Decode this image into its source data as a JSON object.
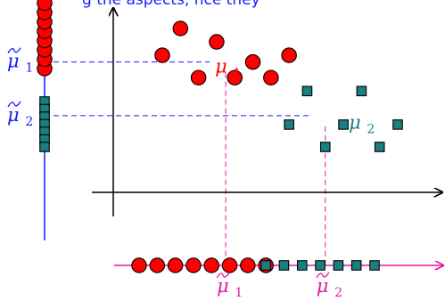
{
  "caption": {
    "partial_text": "g        the     aspects,    nce    they"
  },
  "labels": {
    "mu1_symbol": "μ",
    "mu1_sub": "1",
    "mu2_symbol": "μ",
    "mu2_sub": "2",
    "mu1_tilde_symbol": "μ",
    "mu1_tilde_sub": "1",
    "mu2_tilde_symbol": "μ",
    "mu2_tilde_sub": "2"
  },
  "colors": {
    "red_point": "#ff0000",
    "teal_point": "#1a7f7f",
    "blue_axis": "#1a1aff",
    "magenta_axis": "#e6199a",
    "mu1_label": "#ff0000",
    "mu2_label": "#1a7f7f",
    "tilde_blue": "#1a1aff",
    "tilde_magenta": "#e6199a",
    "black": "#000000"
  },
  "chart_data": {
    "type": "scatter",
    "title": "",
    "xlabel": "",
    "ylabel": "",
    "series": [
      {
        "values": [
          [
            2.0,
            6.3
          ],
          [
            2.8,
            7.5
          ],
          [
            3.6,
            5.3
          ],
          [
            4.4,
            6.9
          ],
          [
            5.2,
            5.3
          ],
          [
            6.0,
            6.0
          ],
          [
            6.8,
            5.3
          ],
          [
            7.6,
            6.3
          ]
        ]
      },
      {
        "values": [
          [
            7.6,
            3.2
          ],
          [
            8.4,
            4.7
          ],
          [
            9.2,
            2.2
          ],
          [
            10.0,
            3.2
          ],
          [
            10.8,
            4.7
          ],
          [
            11.6,
            2.2
          ],
          [
            12.4,
            3.2
          ]
        ]
      }
    ],
    "marginal_x": {
      "red": [
        2.0,
        2.8,
        3.6,
        4.4,
        5.2,
        6.0,
        6.8,
        7.6
      ],
      "teal": [
        7.6,
        8.4,
        9.2,
        10.0,
        10.8,
        11.6,
        12.4
      ]
    },
    "marginal_y": {
      "red": [
        5.3,
        5.3,
        5.3,
        6.0,
        6.3,
        6.3,
        6.9,
        7.5
      ],
      "teal": [
        2.2,
        2.2,
        3.2,
        3.2,
        3.2,
        4.7,
        4.7
      ]
    },
    "mu1": [
      4.8,
      6.0
    ],
    "mu2": [
      10.0,
      3.5
    ],
    "mu1_tilde": [
      4.8,
      6.0
    ],
    "mu2_tilde": [
      9.2,
      3.6
    ]
  }
}
